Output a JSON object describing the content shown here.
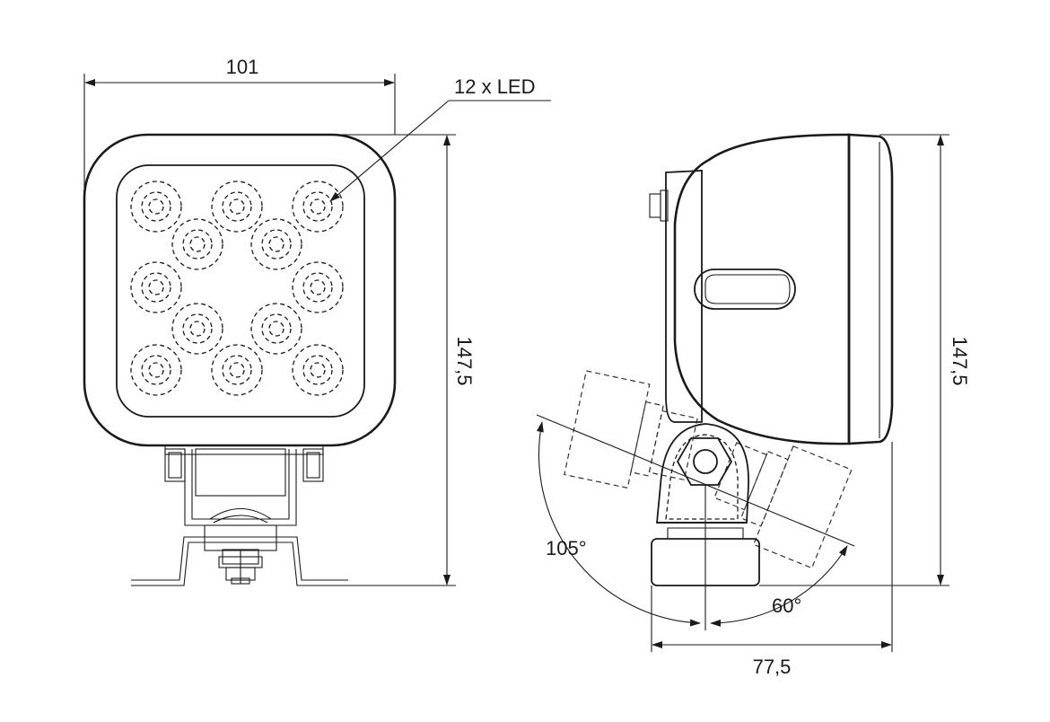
{
  "labels": {
    "width_front": "101",
    "led_count": "12 x LED",
    "height_front": "147,5",
    "height_side": "147,5",
    "depth_side": "77,5",
    "angle_back": "105°",
    "angle_forward": "60°"
  },
  "colors": {
    "line": "#1a1a1a",
    "background": "#ffffff"
  },
  "leds": {
    "count": 12
  }
}
